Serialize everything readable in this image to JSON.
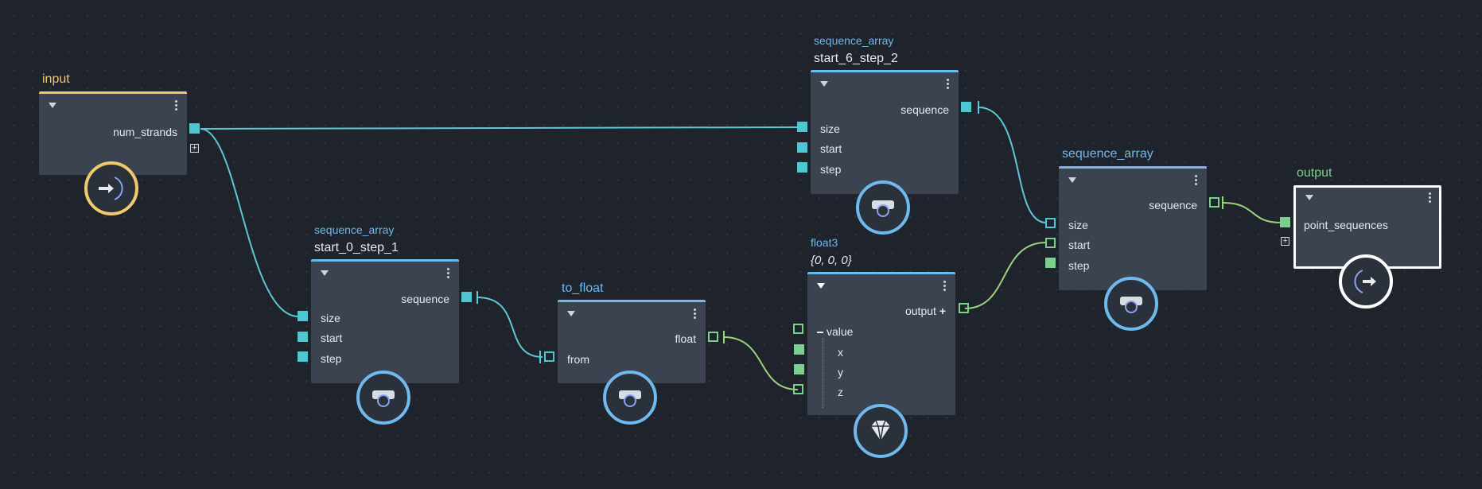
{
  "nodes": {
    "input": {
      "title": "input",
      "outputs": [
        "num_strands"
      ]
    },
    "start_0_step_1": {
      "type": "sequence_array",
      "name": "start_0_step_1",
      "output": "sequence",
      "inputs": [
        "size",
        "start",
        "step"
      ]
    },
    "to_float": {
      "title": "to_float",
      "output": "float",
      "inputs": [
        "from"
      ]
    },
    "start_6_step_2": {
      "type": "sequence_array",
      "name": "start_6_step_2",
      "output": "sequence",
      "inputs": [
        "size",
        "start",
        "step"
      ]
    },
    "float3": {
      "type": "float3",
      "value_text": "{0, 0, 0}",
      "output": "output",
      "group": "value",
      "inputs": [
        "x",
        "y",
        "z"
      ]
    },
    "sequence_array": {
      "title": "sequence_array",
      "output": "sequence",
      "inputs": [
        "size",
        "start",
        "step"
      ]
    },
    "output": {
      "title": "output",
      "inputs": [
        "point_sequences"
      ]
    }
  },
  "colors": {
    "background": "#1f232b",
    "node_body": "#3b4350",
    "accent_blue": "#6fb9ee",
    "accent_yellow": "#f0c96a",
    "port_cyan": "#4fc7d3",
    "port_green": "#7ccf8c",
    "wire_cyan": "#5cc8d6",
    "wire_green": "#9bd37a"
  },
  "icons": {
    "input_badge": "arrow-in-icon",
    "output_badge": "arrow-out-icon",
    "op_badge": "camera-icon",
    "float3_badge": "diamond-icon",
    "add_port": "plus-icon",
    "menu": "kebab-icon",
    "collapse": "triangle-down-icon"
  }
}
